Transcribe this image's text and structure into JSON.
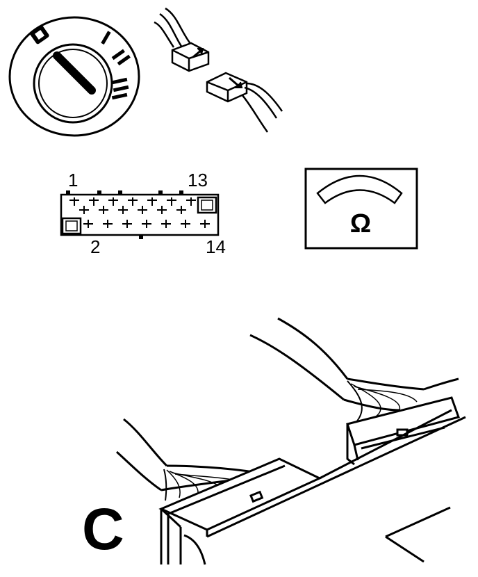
{
  "ignition": {
    "positions": [
      "0",
      "I",
      "II",
      "III"
    ]
  },
  "connector": {
    "pin_top_left": "1",
    "pin_top_right": "13",
    "pin_bottom_left": "2",
    "pin_bottom_right": "14"
  },
  "ohmmeter": {
    "symbol": "Ω"
  },
  "figure": {
    "panel_letter": "C"
  }
}
